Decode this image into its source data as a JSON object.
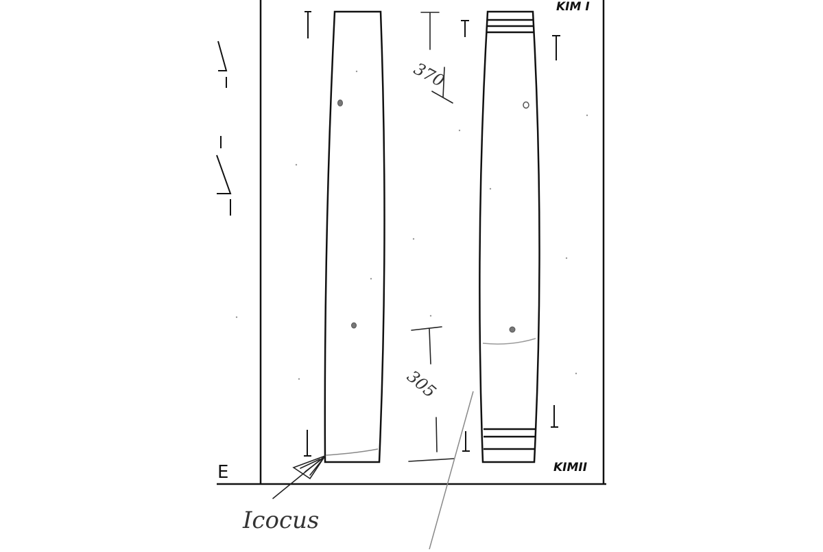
{
  "labels": {
    "top_right": "KIM I",
    "bottom_right": "KIMII",
    "left_letter": "E"
  },
  "handwriting": {
    "dim_top": "370",
    "dim_bottom": "305",
    "arrow_note": "Icocus"
  },
  "colors": {
    "ink": "#111111",
    "pencil": "#777777",
    "paper": "#ffffff"
  }
}
